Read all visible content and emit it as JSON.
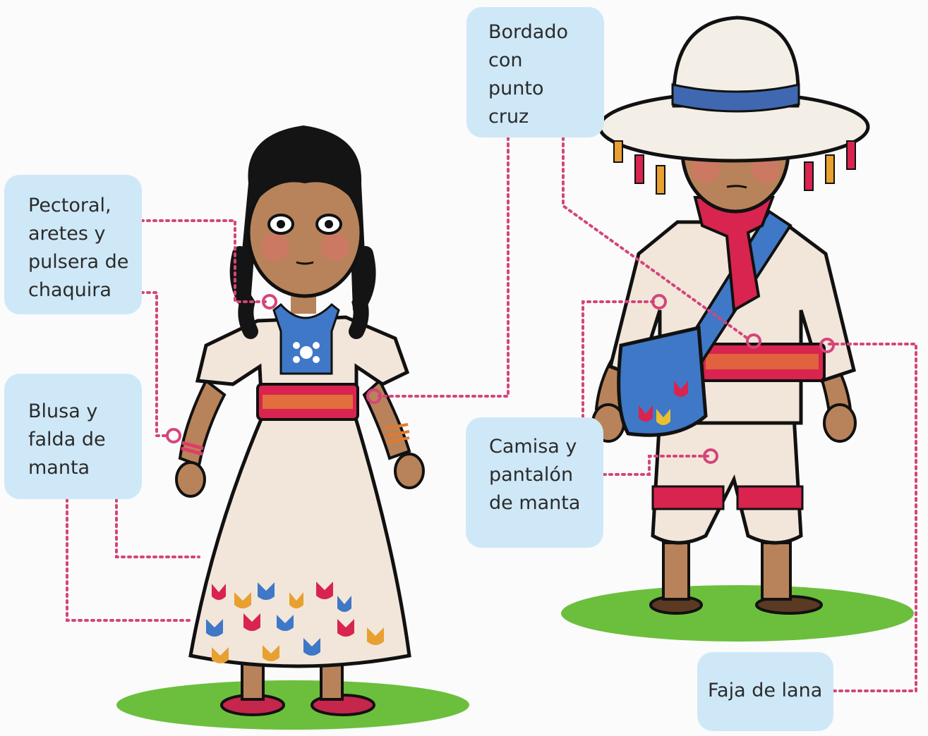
{
  "labels": {
    "pectoral": "Pectoral,\naretes y\npulsera de\nchaquira",
    "blusa": "Blusa y\nfalda de\nmanta",
    "bordado": "Bordado\ncon\npunto\ncruz",
    "camisa": "Camisa y\npantalón\nde manta",
    "faja": "Faja de lana"
  },
  "colors": {
    "label_bg": "#cfe8f7",
    "leader_line": "#d4457a",
    "skin": "#b8835a",
    "cloth": "#f2e6da",
    "sash_red": "#d8244e",
    "blue": "#3f78c6",
    "grass": "#6cbf3c"
  }
}
